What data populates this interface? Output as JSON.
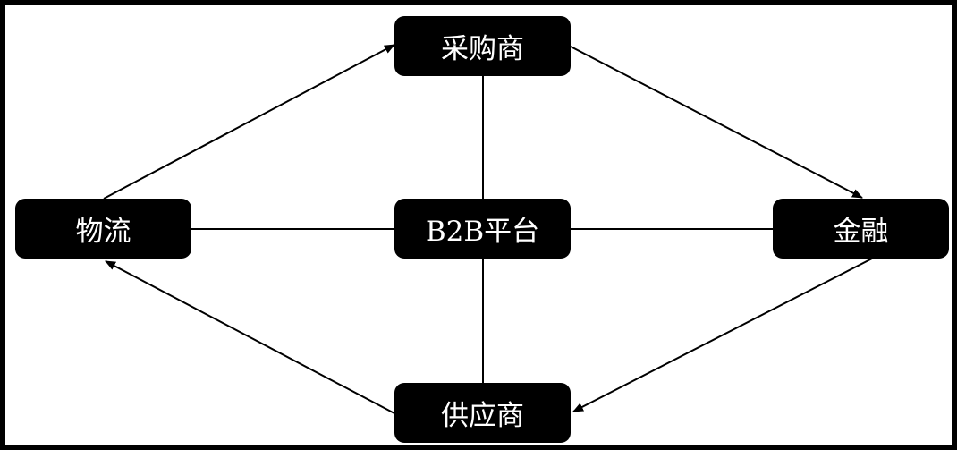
{
  "diagram": {
    "nodes": {
      "purchaser": "采购商",
      "logistics": "物流",
      "platform": "B2B平台",
      "finance": "金融",
      "supplier": "供应商"
    },
    "edges": [
      {
        "from": "logistics",
        "to": "purchaser",
        "type": "arrow"
      },
      {
        "from": "purchaser",
        "to": "finance",
        "type": "arrow"
      },
      {
        "from": "finance",
        "to": "supplier",
        "type": "arrow"
      },
      {
        "from": "supplier",
        "to": "logistics",
        "type": "arrow"
      },
      {
        "from": "platform",
        "to": "purchaser",
        "type": "line"
      },
      {
        "from": "platform",
        "to": "supplier",
        "type": "line"
      },
      {
        "from": "platform",
        "to": "logistics",
        "type": "line"
      },
      {
        "from": "platform",
        "to": "finance",
        "type": "line"
      }
    ],
    "colors": {
      "node_fill": "#000000",
      "node_text": "#ffffff",
      "line": "#000000",
      "background": "#ffffff"
    }
  }
}
